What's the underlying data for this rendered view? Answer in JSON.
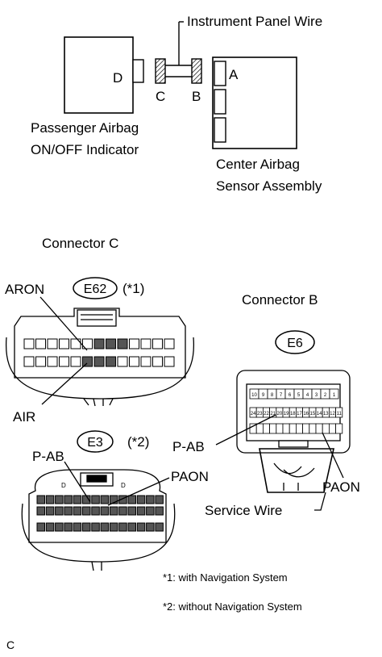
{
  "labels": {
    "instrument_panel_wire": "Instrument Panel Wire",
    "conn_d": "D",
    "conn_c": "C",
    "conn_b": "B",
    "conn_a": "A",
    "passenger_indicator_line1": "Passenger Airbag",
    "passenger_indicator_line2": "ON/OFF Indicator",
    "center_sensor_line1": "Center Airbag",
    "center_sensor_line2": "Sensor Assembly",
    "connector_c_title": "Connector C",
    "connector_b_title": "Connector B",
    "aron": "ARON",
    "e62": "E62",
    "note1_ref": "(*1)",
    "air": "AIR",
    "e3": "E3",
    "note2_ref": "(*2)",
    "p_ab_left": "P-AB",
    "paon_left": "PAON",
    "e6": "E6",
    "p_ab_right": "P-AB",
    "paon_right": "PAON",
    "service_wire": "Service Wire",
    "footnote1": "*1: with Navigation System",
    "footnote2": "*2: without Navigation System",
    "corner_code": "C"
  },
  "e6_top_row_pins": [
    "10",
    "9",
    "8",
    "7",
    "6",
    "5",
    "4",
    "3",
    "2",
    "1"
  ],
  "e6_bottom_row_pins": [
    "24",
    "23",
    "22",
    "21",
    "20",
    "19",
    "18",
    "17",
    "16",
    "15",
    "14",
    "13",
    "12",
    "11"
  ]
}
